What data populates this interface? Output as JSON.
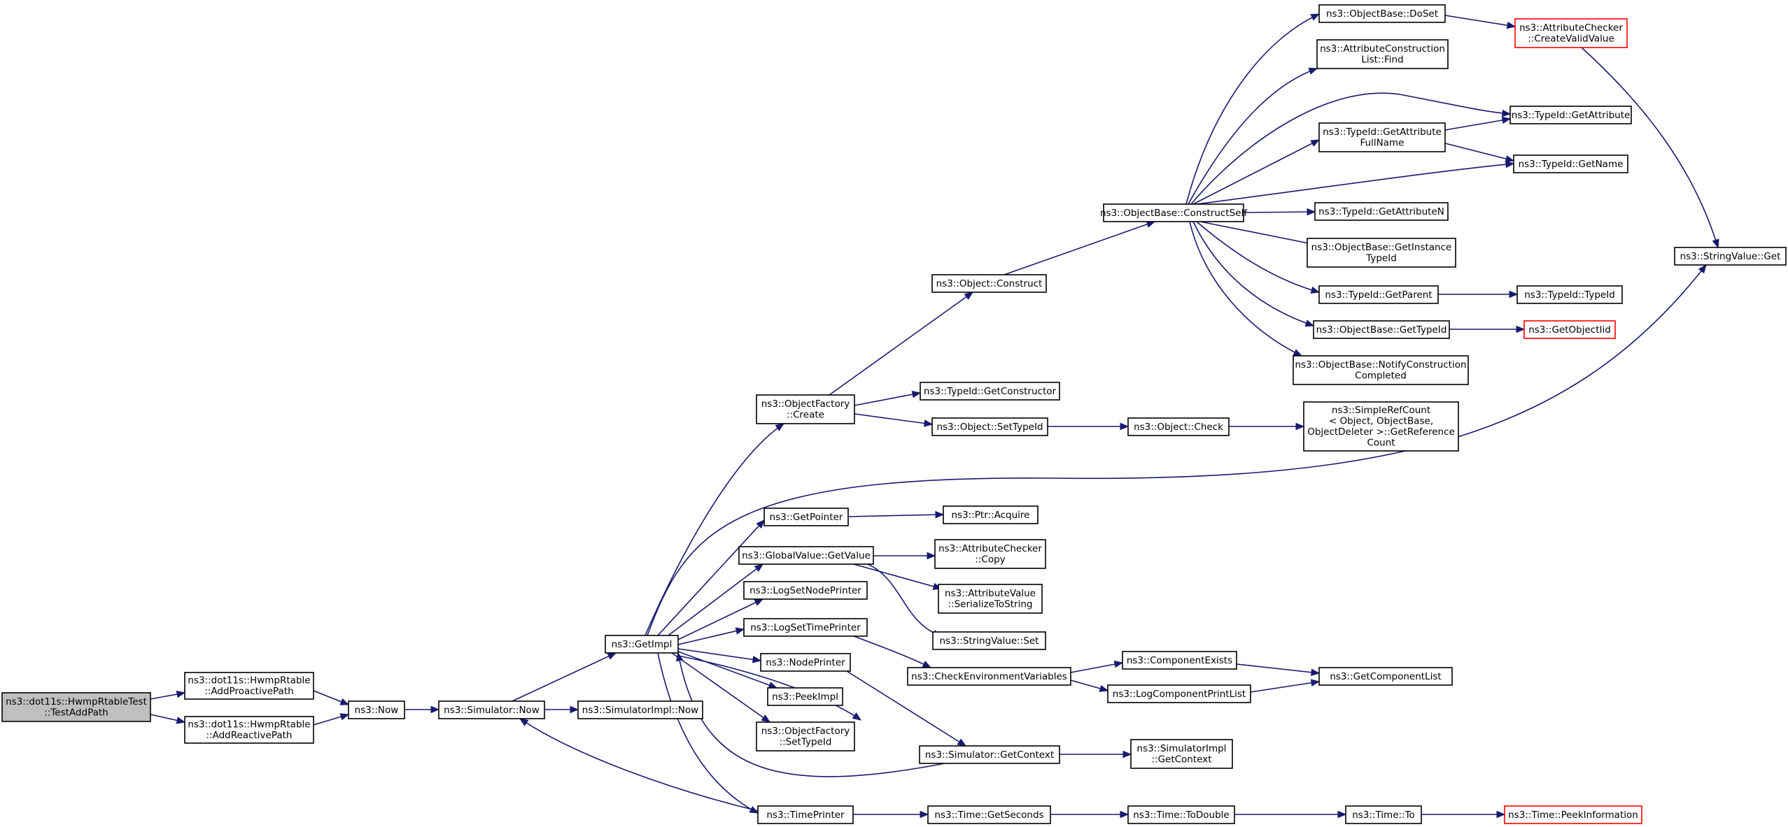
{
  "colors": {
    "edge": "#191970",
    "root_fill": "#bfbfbf",
    "truncated_border": "#ff0000"
  },
  "nodes": [
    {
      "id": "root",
      "lines": [
        "ns3::dot11s::HwmpRtableTest",
        "::TestAddPath"
      ],
      "kind": "root"
    },
    {
      "id": "addProactive",
      "lines": [
        "ns3::dot11s::HwmpRtable",
        "::AddProactivePath"
      ]
    },
    {
      "id": "addReactive",
      "lines": [
        "ns3::dot11s::HwmpRtable",
        "::AddReactivePath"
      ]
    },
    {
      "id": "now",
      "lines": [
        "ns3::Now"
      ]
    },
    {
      "id": "simNow",
      "lines": [
        "ns3::Simulator::Now"
      ]
    },
    {
      "id": "simImplNow",
      "lines": [
        "ns3::SimulatorImpl::Now"
      ]
    },
    {
      "id": "getImpl",
      "lines": [
        "ns3::GetImpl"
      ]
    },
    {
      "id": "objFactoryCreate",
      "lines": [
        "ns3::ObjectFactory",
        "::Create"
      ]
    },
    {
      "id": "getPointer",
      "lines": [
        "ns3::GetPointer"
      ]
    },
    {
      "id": "gvGetValue",
      "lines": [
        "ns3::GlobalValue::GetValue"
      ]
    },
    {
      "id": "logSetNodePrinter",
      "lines": [
        "ns3::LogSetNodePrinter"
      ]
    },
    {
      "id": "logSetTimePrinter",
      "lines": [
        "ns3::LogSetTimePrinter"
      ]
    },
    {
      "id": "nodePrinter",
      "lines": [
        "ns3::NodePrinter"
      ]
    },
    {
      "id": "peekImpl",
      "lines": [
        "ns3::PeekImpl"
      ]
    },
    {
      "id": "ofSetTypeId",
      "lines": [
        "ns3::ObjectFactory",
        "::SetTypeId"
      ]
    },
    {
      "id": "timePrinter",
      "lines": [
        "ns3::TimePrinter"
      ]
    },
    {
      "id": "objConstruct",
      "lines": [
        "ns3::Object::Construct"
      ]
    },
    {
      "id": "tidGetConstructor",
      "lines": [
        "ns3::TypeId::GetConstructor"
      ]
    },
    {
      "id": "objSetTypeId",
      "lines": [
        "ns3::Object::SetTypeId"
      ]
    },
    {
      "id": "ptrAcquire",
      "lines": [
        "ns3::Ptr::Acquire"
      ]
    },
    {
      "id": "acCopy",
      "lines": [
        "ns3::AttributeChecker",
        "::Copy"
      ]
    },
    {
      "id": "avSerialize",
      "lines": [
        "ns3::AttributeValue",
        "::SerializeToString"
      ]
    },
    {
      "id": "svSet",
      "lines": [
        "ns3::StringValue::Set"
      ]
    },
    {
      "id": "checkEnv",
      "lines": [
        "ns3::CheckEnvironmentVariables"
      ]
    },
    {
      "id": "simGetContext",
      "lines": [
        "ns3::Simulator::GetContext"
      ]
    },
    {
      "id": "timeGetSeconds",
      "lines": [
        "ns3::Time::GetSeconds"
      ]
    },
    {
      "id": "constructSelf",
      "lines": [
        "ns3::ObjectBase::ConstructSelf"
      ]
    },
    {
      "id": "objCheck",
      "lines": [
        "ns3::Object::Check"
      ]
    },
    {
      "id": "compExists",
      "lines": [
        "ns3::ComponentExists"
      ]
    },
    {
      "id": "logCompPrintList",
      "lines": [
        "ns3::LogComponentPrintList"
      ]
    },
    {
      "id": "simImplGetContext",
      "lines": [
        "ns3::SimulatorImpl",
        "::GetContext"
      ]
    },
    {
      "id": "timeToDouble",
      "lines": [
        "ns3::Time::ToDouble"
      ]
    },
    {
      "id": "doSet",
      "lines": [
        "ns3::ObjectBase::DoSet"
      ]
    },
    {
      "id": "acListFind",
      "lines": [
        "ns3::AttributeConstruction",
        "List::Find"
      ]
    },
    {
      "id": "tidGetAttrFullName",
      "lines": [
        "ns3::TypeId::GetAttribute",
        "FullName"
      ]
    },
    {
      "id": "tidGetAttrN",
      "lines": [
        "ns3::TypeId::GetAttributeN"
      ]
    },
    {
      "id": "obGetInstanceTypeId",
      "lines": [
        "ns3::ObjectBase::GetInstance",
        "TypeId"
      ]
    },
    {
      "id": "tidGetParent",
      "lines": [
        "ns3::TypeId::GetParent"
      ]
    },
    {
      "id": "obGetTypeId",
      "lines": [
        "ns3::ObjectBase::GetTypeId"
      ]
    },
    {
      "id": "obNotify",
      "lines": [
        "ns3::ObjectBase::NotifyConstruction",
        "Completed"
      ]
    },
    {
      "id": "simpleRefCount",
      "lines": [
        "ns3::SimpleRefCount",
        "< Object, ObjectBase,",
        "ObjectDeleter >::GetReference",
        "Count"
      ]
    },
    {
      "id": "getCompList",
      "lines": [
        "ns3::GetComponentList"
      ]
    },
    {
      "id": "timeTo",
      "lines": [
        "ns3::Time::To"
      ]
    },
    {
      "id": "acCreateValid",
      "lines": [
        "ns3::AttributeChecker",
        "::CreateValidValue"
      ],
      "kind": "trunc"
    },
    {
      "id": "tidGetAttribute",
      "lines": [
        "ns3::TypeId::GetAttribute"
      ]
    },
    {
      "id": "tidGetName",
      "lines": [
        "ns3::TypeId::GetName"
      ]
    },
    {
      "id": "tidTypeId",
      "lines": [
        "ns3::TypeId::TypeId"
      ]
    },
    {
      "id": "getObjectIid",
      "lines": [
        "ns3::GetObjectIid"
      ],
      "kind": "trunc"
    },
    {
      "id": "timePeekInfo",
      "lines": [
        "ns3::Time::PeekInformation"
      ],
      "kind": "trunc"
    },
    {
      "id": "svGet",
      "lines": [
        "ns3::StringValue::Get"
      ]
    }
  ]
}
